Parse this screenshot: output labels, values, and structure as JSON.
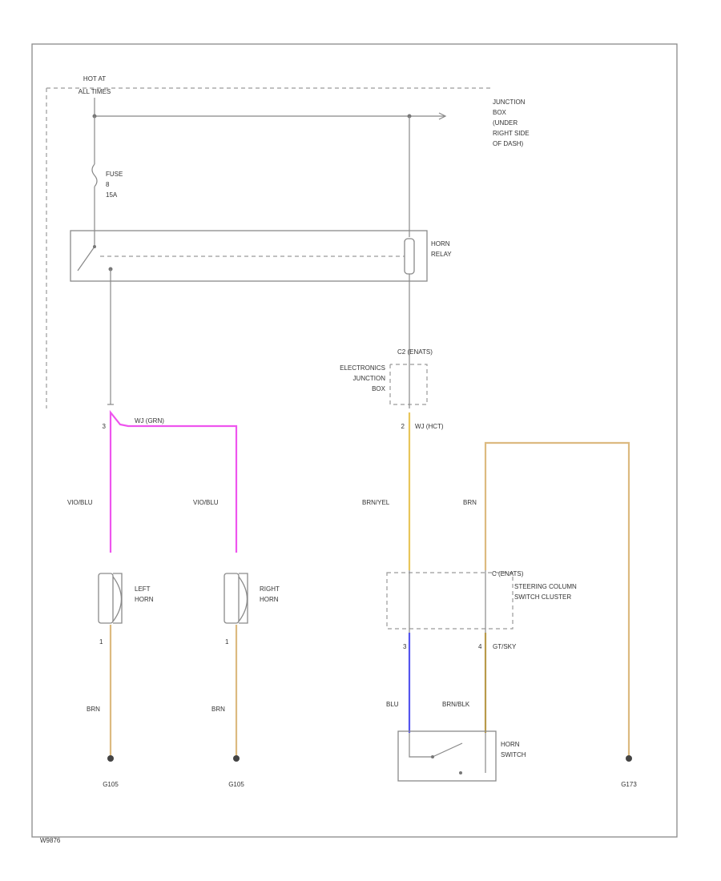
{
  "colors": {
    "pink": "#ee55ee",
    "violet": "#bb66ee",
    "yellow": "#e8c65a",
    "tan": "#dcba80",
    "blue": "#5555ee",
    "line": "#888888"
  },
  "labels": {
    "hot_at": "HOT AT",
    "all_times": "ALL TIMES",
    "junction_box": [
      "JUNCTION",
      "BOX",
      "(UNDER",
      "RIGHT SIDE",
      "OF DASH)"
    ],
    "fuse": "FUSE",
    "fuse_num": "8",
    "fuse_amp": "15A",
    "horn_relay": [
      "HORN",
      "RELAY"
    ],
    "ejb_conn": "C2 (ENATS)",
    "ejb": [
      "ELECTRONICS",
      "JUNCTION",
      "BOX"
    ],
    "pink_conn_pin": "3",
    "pink_conn": "WJ (GRN)",
    "ejb_pin": "2",
    "ejb_conn2": "WJ (HCT)",
    "vio_blu_left": "VIO/BLU",
    "vio_blu_right": "VIO/BLU",
    "brn_yel": "BRN/YEL",
    "brn_top": "BRN",
    "left_horn": [
      "LEFT",
      "HORN"
    ],
    "right_horn": [
      "RIGHT",
      "HORN"
    ],
    "scs_conn": "C (ENATS)",
    "scs": [
      "STEERING COLUMN",
      "SWITCH CLUSTER"
    ],
    "left_pin": "1",
    "right_pin": "1",
    "scs_pin_left": "3",
    "scs_pin_right": "4",
    "scs_conn2": "GT/SKY",
    "brn_left": "BRN",
    "brn_right": "BRN",
    "blu": "BLU",
    "brn_blk": "BRN/BLK",
    "horn_switch": [
      "HORN",
      "SWITCH"
    ],
    "ground_left": "G105",
    "ground_mid": "G105",
    "ground_right": "G173",
    "footer_code": "W9876"
  }
}
